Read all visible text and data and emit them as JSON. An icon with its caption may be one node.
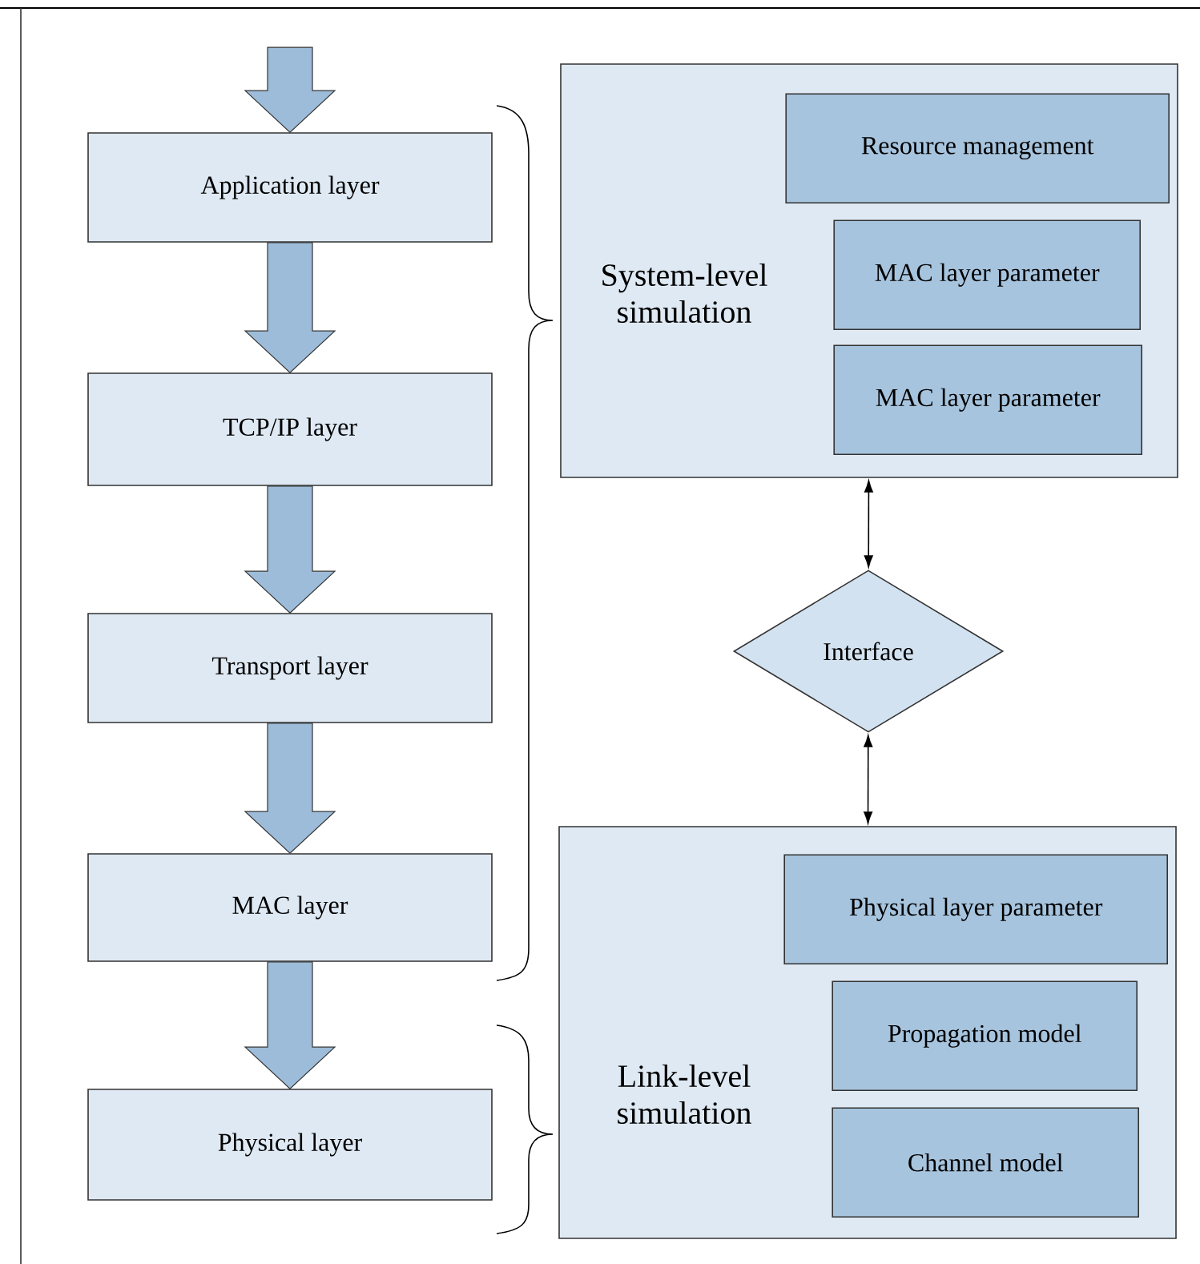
{
  "diagram": {
    "nodes": [
      {
        "text": [
          "Application layer"
        ]
      },
      {
        "text": [
          "TCP/IP layer"
        ]
      },
      {
        "text": [
          "Transport layer"
        ]
      },
      {
        "text": [
          "MAC layer"
        ]
      },
      {
        "text": [
          "Physical layer"
        ]
      },
      {
        "text": [
          "System-level simulation"
        ]
      },
      {
        "text": [
          "Resource management"
        ],
        "in": 5
      },
      {
        "text": [
          "MAC layer parameter"
        ],
        "in": 5
      },
      {
        "text": [
          "MAC layer parameter"
        ],
        "in": 5
      },
      {
        "text": [
          "Interface"
        ]
      },
      {
        "text": [
          "Link-level simulation"
        ]
      },
      {
        "text": [
          "Physical layer parameter"
        ],
        "in": 10
      },
      {
        "text": [
          "Propagation model"
        ],
        "in": 10
      },
      {
        "text": [
          "Channel model"
        ],
        "in": 10
      }
    ],
    "edges": [
      {
        "from": null,
        "to": 0,
        "arrow": "to",
        "style": "thick"
      },
      {
        "from": 0,
        "to": 1,
        "arrow": "to",
        "style": "thick"
      },
      {
        "from": 1,
        "to": 2,
        "arrow": "to",
        "style": "thick"
      },
      {
        "from": 2,
        "to": 3,
        "arrow": "to",
        "style": "thick"
      },
      {
        "from": 3,
        "to": 4,
        "arrow": "to",
        "style": "thick"
      },
      {
        "from": 5,
        "to": 9,
        "arrow": "both",
        "color": "#000000"
      },
      {
        "from": 9,
        "to": 10,
        "arrow": "both",
        "color": "#000000"
      }
    ]
  }
}
